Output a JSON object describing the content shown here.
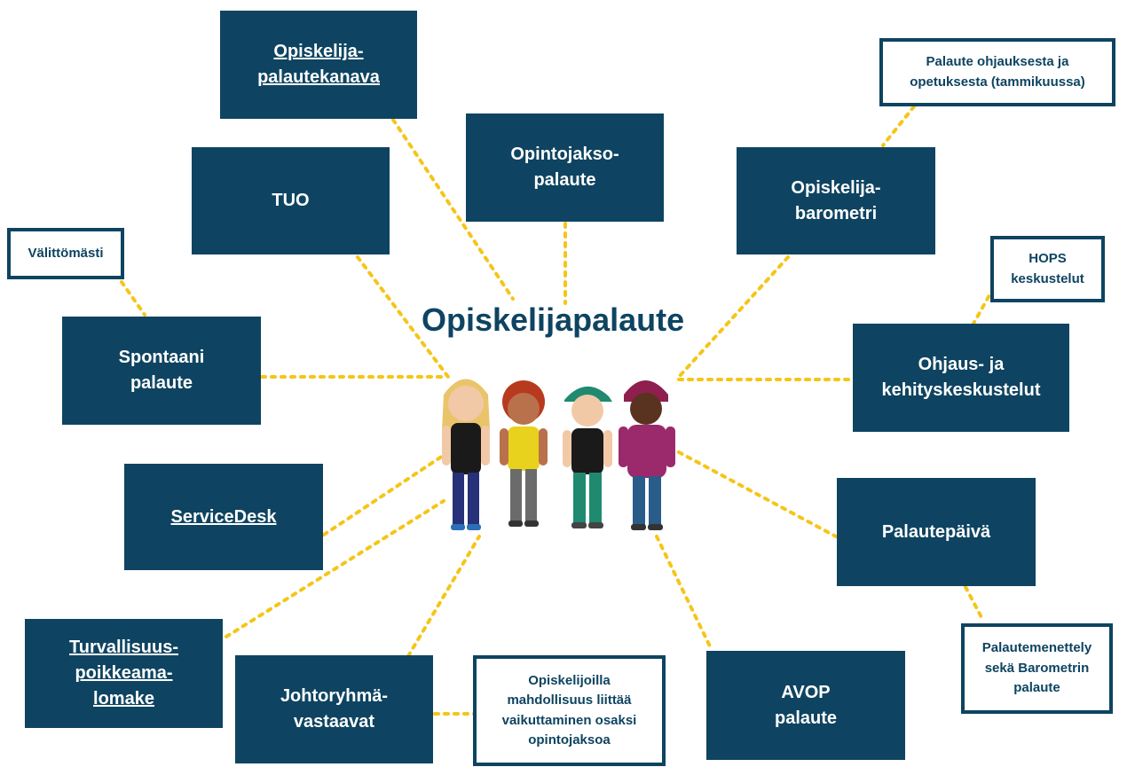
{
  "title": "Opiskelijapalaute",
  "boxes": {
    "opiskelija_palautekanava": {
      "line1": "Opiskelija-",
      "line2": "palautekanava"
    },
    "tuo": {
      "line1": "TUO"
    },
    "opintojakso_palaute": {
      "line1": "Opintojakso-",
      "line2": "palaute"
    },
    "opiskelija_barometri": {
      "line1": "Opiskelija-",
      "line2": "barometri"
    },
    "spontaani_palaute": {
      "line1": "Spontaani",
      "line2": "palaute"
    },
    "ohjaus_kehitys": {
      "line1": "Ohjaus- ja",
      "line2": "kehityskeskustelut"
    },
    "servicedesk": {
      "line1": "ServiceDesk"
    },
    "palautepaiva": {
      "line1": "Palautepäivä"
    },
    "turvallisuus": {
      "line1": "Turvallisuus-",
      "line2": "poikkeama-",
      "line3": "lomake"
    },
    "johtoryhma": {
      "line1": "Johtoryhmä-",
      "line2": "vastaavat"
    },
    "avop": {
      "line1": "AVOP",
      "line2": "palaute"
    }
  },
  "notes": {
    "palaute_ohjauksesta": {
      "line1": "Palaute ohjauksesta ja",
      "line2": "opetuksesta (tammikuussa)"
    },
    "valittomasti": {
      "line1": "Välittömästi"
    },
    "hops": {
      "line1": "HOPS",
      "line2": "keskustelut"
    },
    "palautemenettely": {
      "line1": "Palautemenettely",
      "line2": "sekä Barometrin",
      "line3": "palaute"
    },
    "opiskelijoilla": {
      "line1": "Opiskelijoilla",
      "line2": "mahdollisuus liittää",
      "line3": "vaikuttaminen osaksi",
      "line4": "opintojaksoa"
    }
  },
  "illustration": {
    "icon": "four-students-illustration"
  },
  "colors": {
    "box": "#0e4461",
    "connector": "#f5c518",
    "text_on_box": "#ffffff"
  }
}
